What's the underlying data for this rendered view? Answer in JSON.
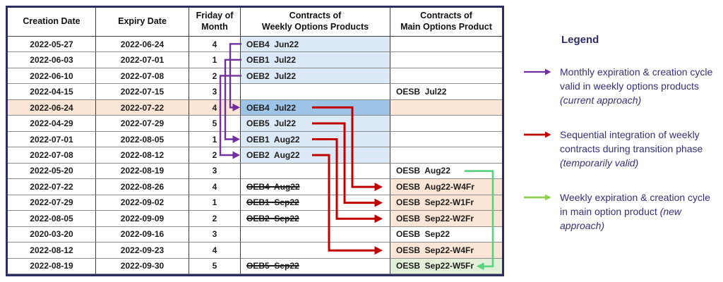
{
  "colors": {
    "purple_arrow": "#7030A0",
    "red_arrow": "#C00000",
    "green_arrow_table": "#57D27D",
    "green_arrow_legend": "#92D050",
    "highlight_peach": "#FBE5D6",
    "weekly_blue": "#DCE9F6",
    "weekly_blue_dark": "#9DC3E6",
    "main_green": "#E2EFD9",
    "outer_border_navy": "#2E2D62",
    "legend_text_navy": "#34317A"
  },
  "table": {
    "headers": [
      "Creation Date",
      "Expiry Date",
      "Friday of\nMonth",
      "Contracts of\nWeekly Options Products",
      "Contracts of\nMain Options Product"
    ],
    "rows": [
      {
        "creation": "2022-05-27",
        "expiry": "2022-06-24",
        "friday": "4",
        "weekly": "OEB4  Jun22",
        "weekly_bg": "blue",
        "strike": false,
        "main": "",
        "main_bg": "none",
        "highlight": false
      },
      {
        "creation": "2022-06-03",
        "expiry": "2022-07-01",
        "friday": "1",
        "weekly": "OEB1  Jul22",
        "weekly_bg": "blue",
        "strike": false,
        "main": "",
        "main_bg": "none",
        "highlight": false
      },
      {
        "creation": "2022-06-10",
        "expiry": "2022-07-08",
        "friday": "2",
        "weekly": "OEB2  Jul22",
        "weekly_bg": "blue",
        "strike": false,
        "main": "",
        "main_bg": "none",
        "highlight": false
      },
      {
        "creation": "2022-04-15",
        "expiry": "2022-07-15",
        "friday": "3",
        "weekly": "",
        "weekly_bg": "none",
        "strike": false,
        "main": "OESB  Jul22",
        "main_bg": "none",
        "highlight": false
      },
      {
        "creation": "2022-06-24",
        "expiry": "2022-07-22",
        "friday": "4",
        "weekly": "OEB4  Jul22",
        "weekly_bg": "blue-dark",
        "strike": false,
        "main": "",
        "main_bg": "peach",
        "highlight": true
      },
      {
        "creation": "2022-04-29",
        "expiry": "2022-07-29",
        "friday": "5",
        "weekly": "OEB5  Jul22",
        "weekly_bg": "blue",
        "strike": false,
        "main": "",
        "main_bg": "none",
        "highlight": false
      },
      {
        "creation": "2022-07-01",
        "expiry": "2022-08-05",
        "friday": "1",
        "weekly": "OEB1  Aug22",
        "weekly_bg": "blue",
        "strike": false,
        "main": "",
        "main_bg": "none",
        "highlight": false
      },
      {
        "creation": "2022-07-08",
        "expiry": "2022-08-12",
        "friday": "2",
        "weekly": "OEB2  Aug22",
        "weekly_bg": "blue",
        "strike": false,
        "main": "",
        "main_bg": "none",
        "highlight": false
      },
      {
        "creation": "2022-05-20",
        "expiry": "2022-08-19",
        "friday": "3",
        "weekly": "",
        "weekly_bg": "none",
        "strike": false,
        "main": "OESB  Aug22",
        "main_bg": "none",
        "highlight": false
      },
      {
        "creation": "2022-07-22",
        "expiry": "2022-08-26",
        "friday": "4",
        "weekly": "OEB4  Aug22",
        "weekly_bg": "none",
        "strike": true,
        "main": "OESB  Aug22-W4Fr",
        "main_bg": "peach",
        "highlight": false
      },
      {
        "creation": "2022-07-29",
        "expiry": "2022-09-02",
        "friday": "1",
        "weekly": "OEB1  Sep22",
        "weekly_bg": "none",
        "strike": true,
        "main": "OESB  Sep22-W1Fr",
        "main_bg": "peach",
        "highlight": false
      },
      {
        "creation": "2022-08-05",
        "expiry": "2022-09-09",
        "friday": "2",
        "weekly": "OEB2  Sep22",
        "weekly_bg": "none",
        "strike": true,
        "main": "OESB  Sep22-W2Fr",
        "main_bg": "peach",
        "highlight": false
      },
      {
        "creation": "2020-03-20",
        "expiry": "2022-09-16",
        "friday": "3",
        "weekly": "",
        "weekly_bg": "none",
        "strike": false,
        "main": "OESB  Sep22",
        "main_bg": "none",
        "highlight": false
      },
      {
        "creation": "2022-08-12",
        "expiry": "2022-09-23",
        "friday": "4",
        "weekly": "",
        "weekly_bg": "none",
        "strike": false,
        "main": "OESB  Sep22-W4Fr",
        "main_bg": "peach",
        "highlight": false
      },
      {
        "creation": "2022-08-19",
        "expiry": "2022-09-30",
        "friday": "5",
        "weekly": "OEB5  Sep22",
        "weekly_bg": "none",
        "strike": true,
        "main": "OESB  Sep22-W5Fr",
        "main_bg": "green",
        "highlight": false
      }
    ]
  },
  "legend": {
    "title": "Legend",
    "items": [
      {
        "icon": "arrow-right-purple-icon",
        "text": "Monthly expiration & creation cycle valid in weekly options products",
        "note": "(current approach)"
      },
      {
        "icon": "arrow-right-red-icon",
        "text": "Sequential integration of weekly contracts during transition phase",
        "note": "(temporarily valid)"
      },
      {
        "icon": "arrow-right-green-icon",
        "text": "Weekly expiration & creation cycle in main option product",
        "note": "(new approach)"
      }
    ]
  }
}
